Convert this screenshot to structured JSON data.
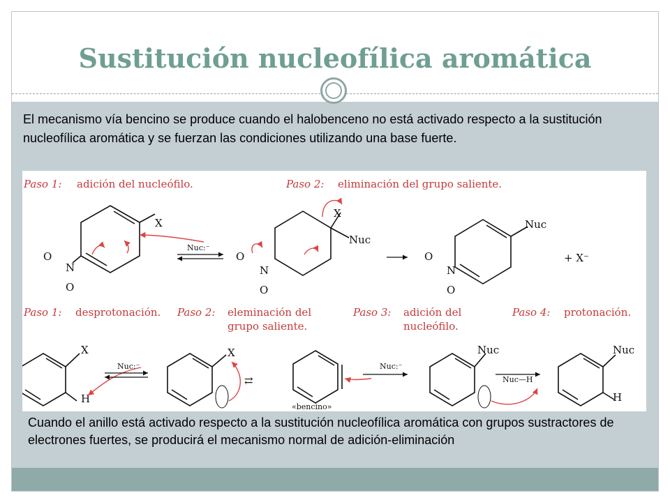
{
  "slide": {
    "title": "Sustitución nucleofílica aromática",
    "intro": "El mecanismo vía bencino se produce cuando el halobenceno no está activado respecto a la sustitución nucleofílica aromática y se fuerzan las condiciones utilizando una base fuerte.",
    "bottom": "Cuando el anillo está activado respecto a la sustitución nucleofílica aromática con grupos sustractores de electrones fuertes, se producirá el mecanismo normal de adición-eliminación"
  },
  "scheme": {
    "row1": {
      "step1_label": "Paso 1:",
      "step1_text": "adición del nucleófilo.",
      "step2_label": "Paso 2:",
      "step2_text": "eliminación del grupo saliente.",
      "x": "X",
      "nuc": "Nuc",
      "nuc_reagent": "Nuc:⁻",
      "o": "O",
      "n": "N",
      "plus": "+",
      "minus": "−",
      "xminus": "+ X⁻"
    },
    "row2": {
      "step1_label": "Paso 1:",
      "step1_text": "desprotonación.",
      "step2_label": "Paso 2:",
      "step2_text_a": "eleminación del",
      "step2_text_b": "grupo saliente.",
      "step3_label": "Paso 3:",
      "step3_text_a": "adición del",
      "step3_text_b": "nucleófilo.",
      "step4_label": "Paso 4:",
      "step4_text": "protonación.",
      "x": "X",
      "h": "H",
      "nuc": "Nuc",
      "nuc_reagent": "Nuc:⁻",
      "nuch": "Nuc—H",
      "bencino": "«bencino»"
    }
  }
}
